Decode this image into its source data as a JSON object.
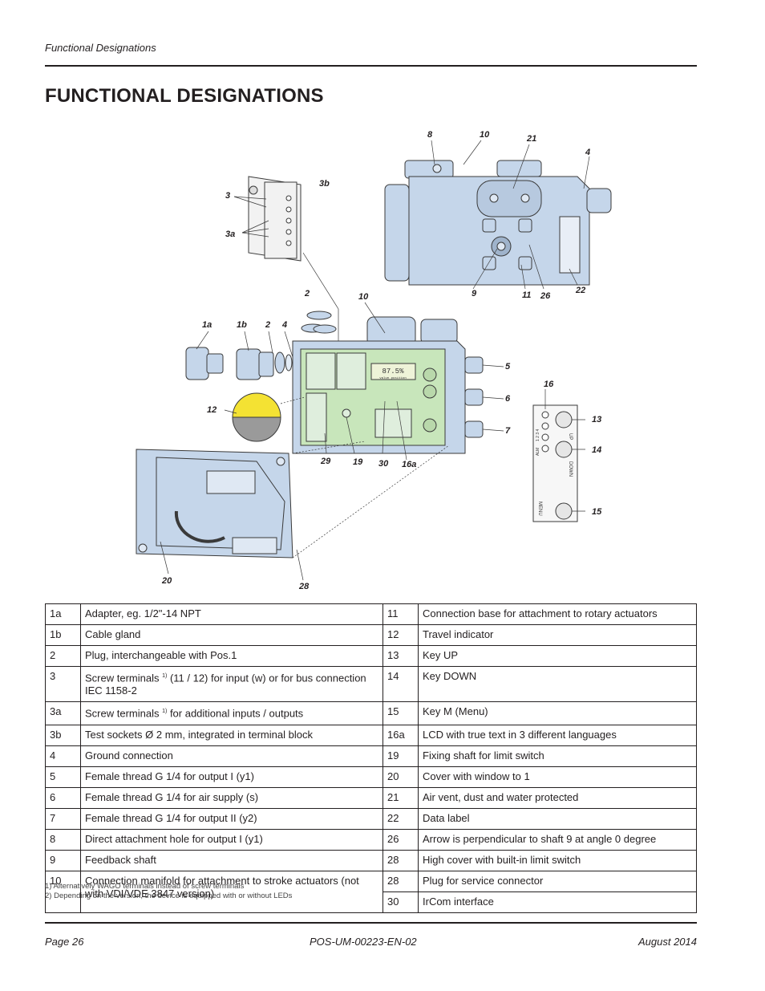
{
  "header": {
    "running_title": "Functional Designations"
  },
  "page_title": "FUNCTIONAL DESIGNATIONS",
  "figure": {
    "callouts": [
      "8",
      "10",
      "21",
      "4",
      "3b",
      "3",
      "3a",
      "9",
      "11",
      "26",
      "22",
      "2",
      "10",
      "1a",
      "1b",
      "2",
      "4",
      "5",
      "6",
      "16",
      "12",
      "13",
      "7",
      "14",
      "29",
      "19",
      "30",
      "16a",
      "15",
      "20",
      "28"
    ],
    "lcd_text": "87.5%",
    "lcd_subtext": "valve position",
    "keypad": {
      "up": "UP",
      "down": "DOWN",
      "menu": "MENU",
      "alarm": "ALM",
      "numbers": "1  2  3  4"
    }
  },
  "legend": {
    "rows": [
      {
        "left_num": "1a",
        "left_desc": "Adapter, eg. 1/2\"-14 NPT",
        "right_num": "11",
        "right_desc": "Connection base for attachment to rotary actuators"
      },
      {
        "left_num": "1b",
        "left_desc": "Cable gland",
        "right_num": "12",
        "right_desc": "Travel indicator"
      },
      {
        "left_num": "2",
        "left_desc": "Plug, interchangeable with Pos.1",
        "right_num": "13",
        "right_desc": "Key UP"
      },
      {
        "left_num": "3",
        "left_desc_pre": "Screw terminals",
        "left_sup": "1)",
        "left_desc_post": " (11 / 12) for input (w) or for bus connection IEC 1158-2",
        "right_num": "14",
        "right_desc": "Key DOWN"
      },
      {
        "left_num": "3a",
        "left_desc_pre": "Screw terminals",
        "left_sup": "1)",
        "left_desc_post": " for additional inputs / outputs",
        "right_num": "15",
        "right_desc": "Key M (Menu)"
      },
      {
        "left_num": "3b",
        "left_desc": "Test sockets Ø 2 mm, integrated in terminal block",
        "right_num": "16a",
        "right_desc": "LCD with true text in 3 different languages"
      },
      {
        "left_num": "4",
        "left_desc": "Ground connection",
        "right_num": "19",
        "right_desc": "Fixing shaft for limit switch"
      },
      {
        "left_num": "5",
        "left_desc": "Female thread G 1/4 for output I (y1)",
        "right_num": "20",
        "right_desc": "Cover with window to 1"
      },
      {
        "left_num": "6",
        "left_desc": "Female thread G 1/4 for air supply (s)",
        "right_num": "21",
        "right_desc": "Air vent, dust and water protected"
      },
      {
        "left_num": "7",
        "left_desc": "Female thread G 1/4 for output II (y2)",
        "right_num": "22",
        "right_desc": "Data label"
      },
      {
        "left_num": "8",
        "left_desc": "Direct attachment hole for output I (y1)",
        "right_num": "26",
        "right_desc": "Arrow is perpendicular to shaft 9 at angle 0 degree"
      },
      {
        "left_num": "9",
        "left_desc": "Feedback shaft",
        "right_num": "28",
        "right_desc": "High cover with built-in limit switch"
      }
    ],
    "last_left": {
      "num": "10",
      "desc": "Connection manifold for attachment to stroke actuators (not with VDI/VDE 3847 version)"
    },
    "last_right": [
      {
        "num": "28",
        "desc": "Plug for service connector"
      },
      {
        "num": "30",
        "desc": "IrCom interface"
      }
    ]
  },
  "footnotes": [
    "1) Alternatively WAGO terminals instead of screw terminals",
    "2) Depending on the version, the device is equipped with or without LEDs"
  ],
  "footer": {
    "page": "Page 26",
    "doc_id": "POS-UM-00223-EN-02",
    "date": "August 2014"
  },
  "colors": {
    "housing_blue": "#c5d6ea",
    "board_green": "#c8e6bb",
    "indicator_yellow": "#f4e233",
    "indicator_grey": "#9a9a9a",
    "outline": "#3a3a3a"
  }
}
